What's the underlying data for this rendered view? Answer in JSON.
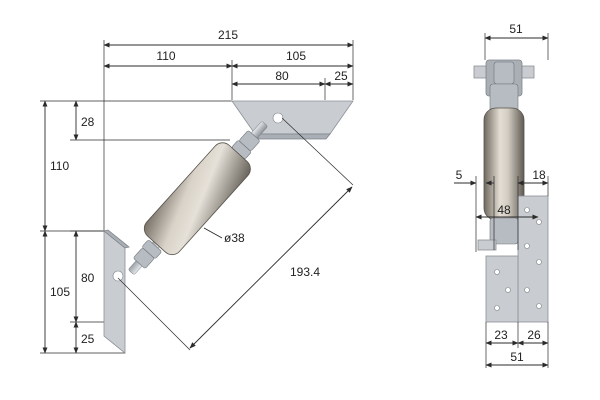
{
  "colors": {
    "line": "#2b2b2b",
    "plate": "#c9cdd2",
    "roller_light": "#d8d2c8",
    "roller_dark": "#6e685f",
    "text": "#222222"
  },
  "side_view": {
    "dim_overall_width": "215",
    "dim_left_span": "110",
    "dim_right_span": "105",
    "dim_top_plate": "80",
    "dim_top_plate_offset": "25",
    "dim_top_drop": "28",
    "dim_upper_height": "110",
    "dim_lower_height": "105",
    "dim_lower_plate": "80",
    "dim_lower_offset": "25",
    "dim_roller_diameter": "ø38",
    "dim_diagonal": "193.4"
  },
  "front_view": {
    "dim_top_width": "51",
    "dim_gap": "5",
    "dim_offset": "18",
    "dim_plate_width": "48",
    "dim_left_part": "23",
    "dim_right_part": "26",
    "dim_bottom_width": "51"
  }
}
